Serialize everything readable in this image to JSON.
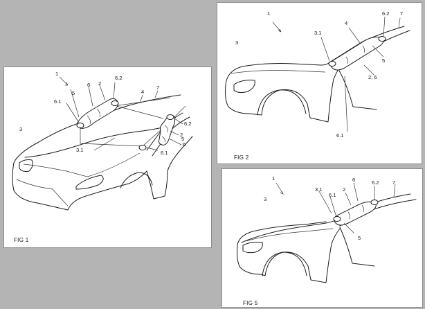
{
  "figures": [
    {
      "caption": "FIG 1",
      "labels": {
        "n1": "1",
        "n5": "5",
        "n6": "6",
        "n2": "2",
        "n62": "6.2",
        "n4": "4",
        "n7": "7",
        "n61": "6.1",
        "n3": "3",
        "n62b": "6.2",
        "n2b": "2",
        "n5b": "5",
        "n6b": "6",
        "n31": "3.1",
        "n61b": "6.1"
      }
    },
    {
      "caption": "FIG 2",
      "labels": {
        "n1": "1",
        "n62": "6.2",
        "n7": "7",
        "n4": "4",
        "n31": "3.1",
        "n3": "3",
        "n5": "5",
        "n26": "2, 6",
        "n61": "6.1"
      }
    },
    {
      "caption": "FIG 5",
      "labels": {
        "n1": "1",
        "n31": "3.1",
        "n6": "6",
        "n62": "6.2",
        "n7": "7",
        "n61": "6.1",
        "n2": "2",
        "n3": "3",
        "n5": "5"
      }
    }
  ]
}
